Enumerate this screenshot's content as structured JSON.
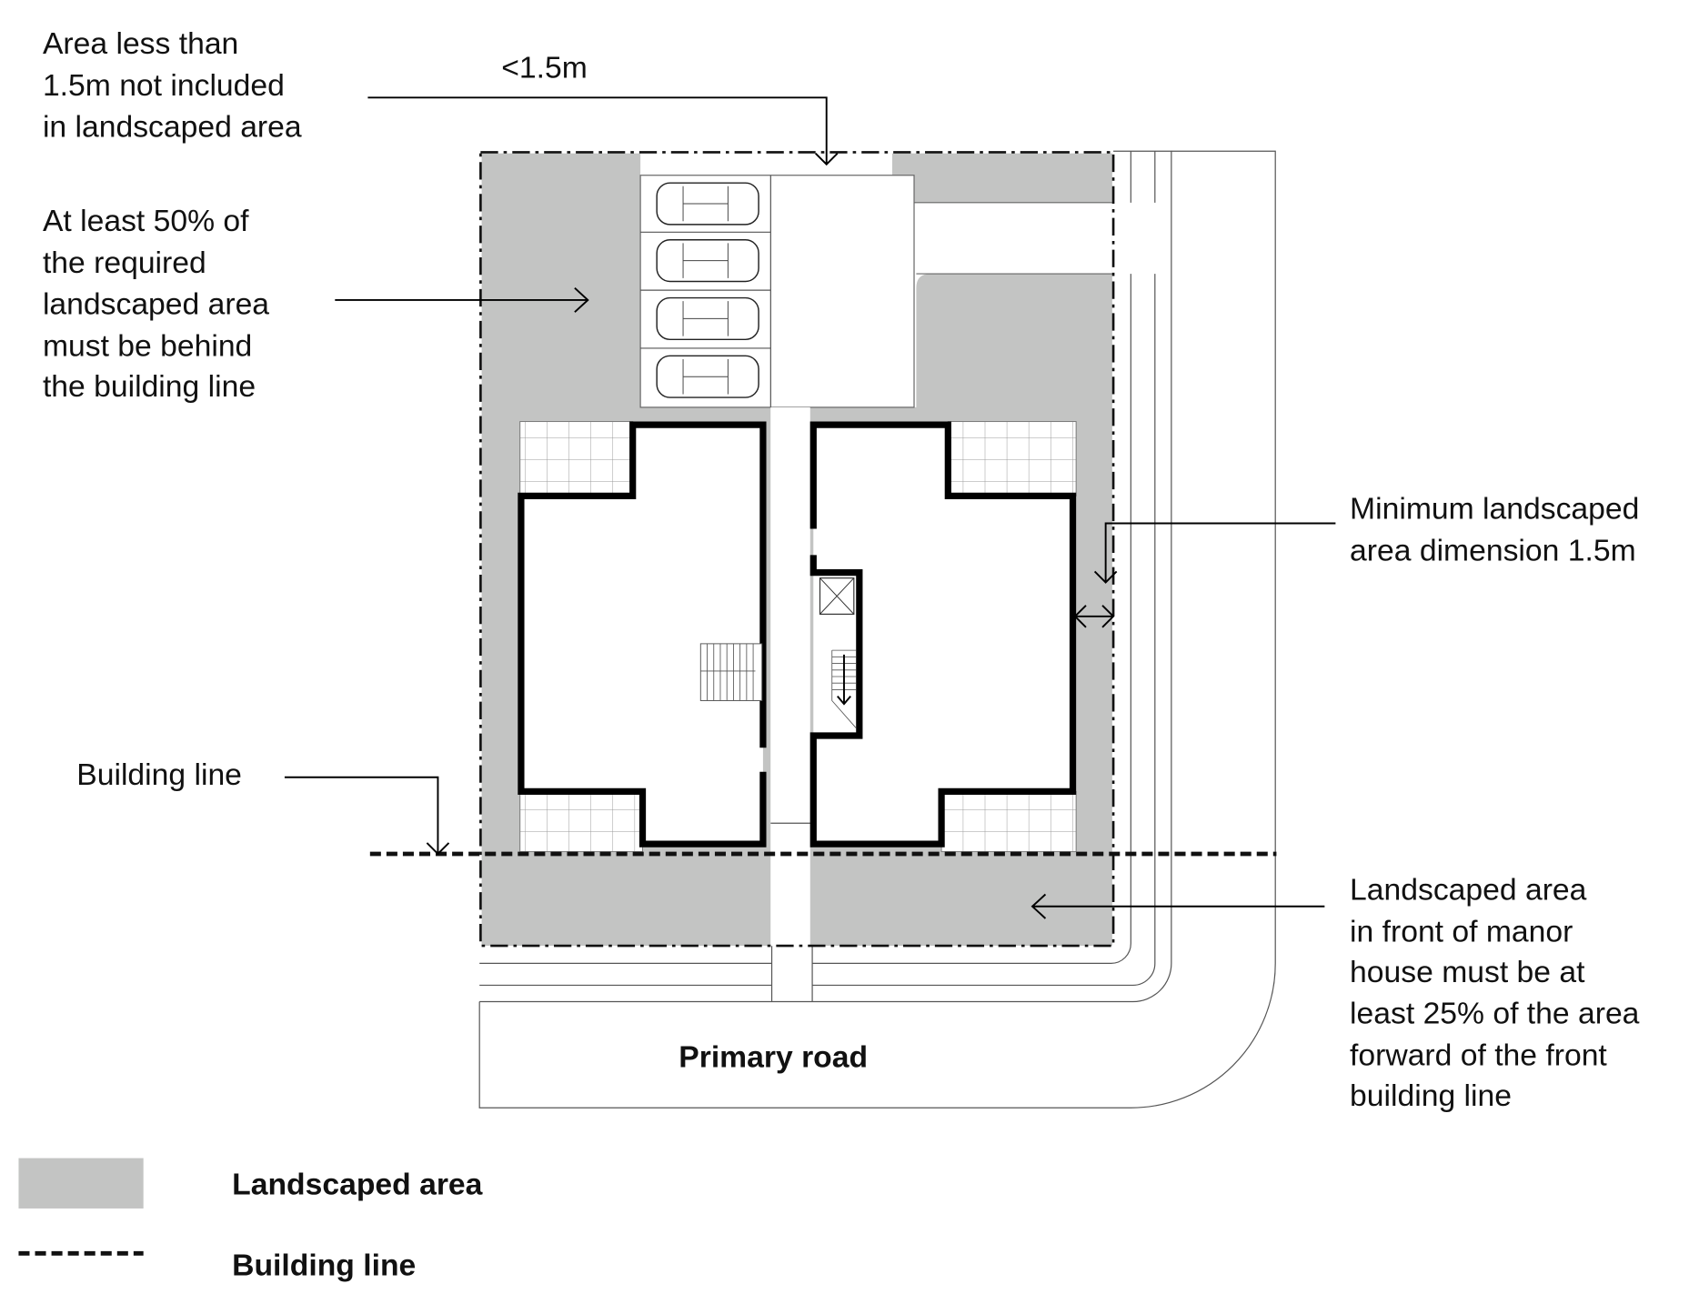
{
  "annotations": {
    "area_less_than": [
      "Area less than",
      "1.5m not included",
      "in landscaped area"
    ],
    "dimension_top": "<1.5m",
    "at_least_50": [
      "At least 50% of",
      "the required",
      "landscaped area",
      "must be behind",
      "the building line"
    ],
    "building_line": "Building line",
    "minimum_dimension": [
      "Minimum landscaped",
      "area dimension 1.5m"
    ],
    "landscaped_front": [
      "Landscaped area",
      "in front of manor",
      "house must be at",
      "least 25% of the area",
      "forward of the front",
      "building line"
    ]
  },
  "road_label": "Primary road",
  "legend": {
    "items": [
      {
        "label": "Landscaped area",
        "color": "#c3c4c3"
      },
      {
        "label": "Building line",
        "color": "#111111"
      }
    ]
  },
  "colors": {
    "landscaped": "#c3c4c3"
  }
}
